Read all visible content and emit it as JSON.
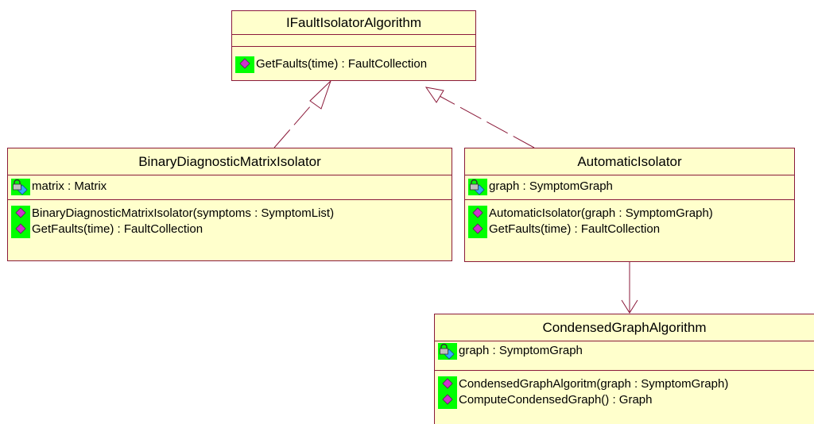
{
  "classes": {
    "ifault": {
      "name": "IFaultIsolatorAlgorithm",
      "attributes": [],
      "operations": [
        {
          "text": "GetFaults(time) : FaultCollection",
          "icon": "public-operation-icon"
        }
      ]
    },
    "binary": {
      "name": "BinaryDiagnosticMatrixIsolator",
      "attributes": [
        {
          "text": "matrix : Matrix",
          "icon": "private-attribute-icon"
        }
      ],
      "operations": [
        {
          "text": "BinaryDiagnosticMatrixIsolator(symptoms : SymptomList)",
          "icon": "public-operation-icon"
        },
        {
          "text": "GetFaults(time) : FaultCollection",
          "icon": "public-operation-icon"
        }
      ]
    },
    "automatic": {
      "name": "AutomaticIsolator",
      "attributes": [
        {
          "text": "graph : SymptomGraph",
          "icon": "private-attribute-icon"
        }
      ],
      "operations": [
        {
          "text": "AutomaticIsolator(graph : SymptomGraph)",
          "icon": "public-operation-icon"
        },
        {
          "text": "GetFaults(time) : FaultCollection",
          "icon": "public-operation-icon"
        }
      ]
    },
    "condensed": {
      "name": "CondensedGraphAlgorithm",
      "attributes": [
        {
          "text": "graph : SymptomGraph",
          "icon": "private-attribute-icon"
        }
      ],
      "operations": [
        {
          "text": "CondensedGraphAlgoritm(graph : SymptomGraph)",
          "icon": "public-operation-icon"
        },
        {
          "text": "ComputeCondensedGraph() : Graph",
          "icon": "public-operation-icon"
        }
      ]
    }
  },
  "relations": [
    {
      "from": "binary",
      "to": "ifault",
      "type": "realization"
    },
    {
      "from": "automatic",
      "to": "ifault",
      "type": "realization"
    },
    {
      "from": "automatic",
      "to": "condensed",
      "type": "association"
    }
  ],
  "colors": {
    "box_fill": "#ffffcc",
    "box_border": "#8b1a3a",
    "icon_highlight": "#00ff00",
    "operation_diamond": "#cc33cc",
    "line": "#8b1a3a"
  }
}
